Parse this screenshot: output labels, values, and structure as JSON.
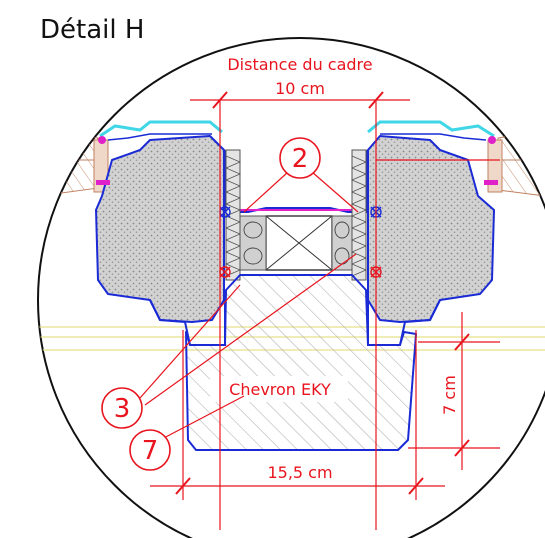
{
  "title": "Détail H",
  "labels": {
    "frame_distance_caption": "Distance du cadre",
    "frame_distance_value": "10 cm",
    "rafter_label": "Chevron EKY",
    "height_value": "7 cm",
    "width_value": "15,5 cm"
  },
  "callouts": {
    "c2": "2",
    "c3": "3",
    "c7": "7"
  },
  "colors": {
    "annotation": "#e8141e",
    "profile_outline": "#1a2bd6",
    "insulation": "#c9c9c9",
    "flashing": "#3fd6e8",
    "seal": "#e020c8",
    "wood_beam": "#b07a5a",
    "hatch": "#9a9a9a",
    "guide_line": "#e6e08a"
  }
}
